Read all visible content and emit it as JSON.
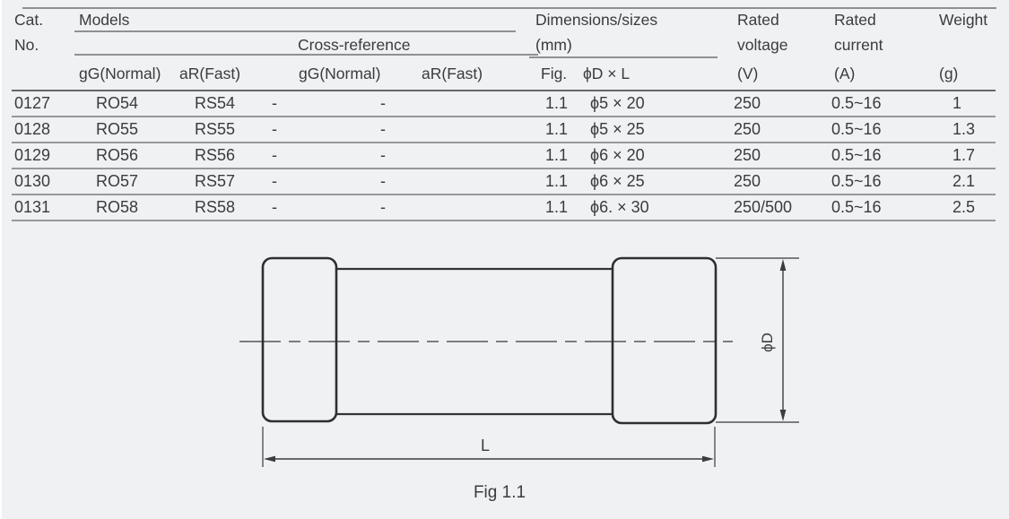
{
  "table": {
    "header": {
      "cat_line1": "Cat.",
      "cat_line2": "No.",
      "models": "Models",
      "cross_reference": "Cross-reference",
      "dimensions_line1": "Dimensions/sizes",
      "dimensions_line2": "(mm)",
      "rated_voltage_line1": "Rated",
      "rated_voltage_line2": "voltage",
      "rated_current_line1": "Rated",
      "rated_current_line2": "current",
      "weight_line1": "Weight",
      "sub": [
        "gG(Normal)",
        "aR(Fast)",
        "gG(Normal)",
        "aR(Fast)",
        "Fig.",
        "ϕD × L",
        "(V)",
        "(A)",
        "(g)"
      ]
    },
    "rows": [
      [
        "0127",
        "RO54",
        "RS54",
        "-",
        "-",
        "1.1",
        "ϕ5 × 20",
        "250",
        "0.5~16",
        "1"
      ],
      [
        "0128",
        "RO55",
        "RS55",
        "-",
        "-",
        "1.1",
        "ϕ5 × 25",
        "250",
        "0.5~16",
        "1.3"
      ],
      [
        "0129",
        "RO56",
        "RS56",
        "-",
        "-",
        "1.1",
        "ϕ6 × 20",
        "250",
        "0.5~16",
        "1.7"
      ],
      [
        "0130",
        "RO57",
        "RS57",
        "-",
        "-",
        "1.1",
        "ϕ6 × 25",
        "250",
        "0.5~16",
        "2.1"
      ],
      [
        "0131",
        "RO58",
        "RS58",
        "-",
        "-",
        "1.1",
        "ϕ6. × 30",
        "250/500",
        "0.5~16",
        "2.5"
      ]
    ]
  },
  "diagram": {
    "label_diameter": "ϕD",
    "label_length": "L",
    "caption": "Fig 1.1"
  },
  "colors": {
    "background": "#f0f1f3",
    "text": "#3a3b3d",
    "rule_gray": "#8f9094",
    "rule_dark": "#66676a",
    "drawing_stroke": "#2e2f31"
  }
}
